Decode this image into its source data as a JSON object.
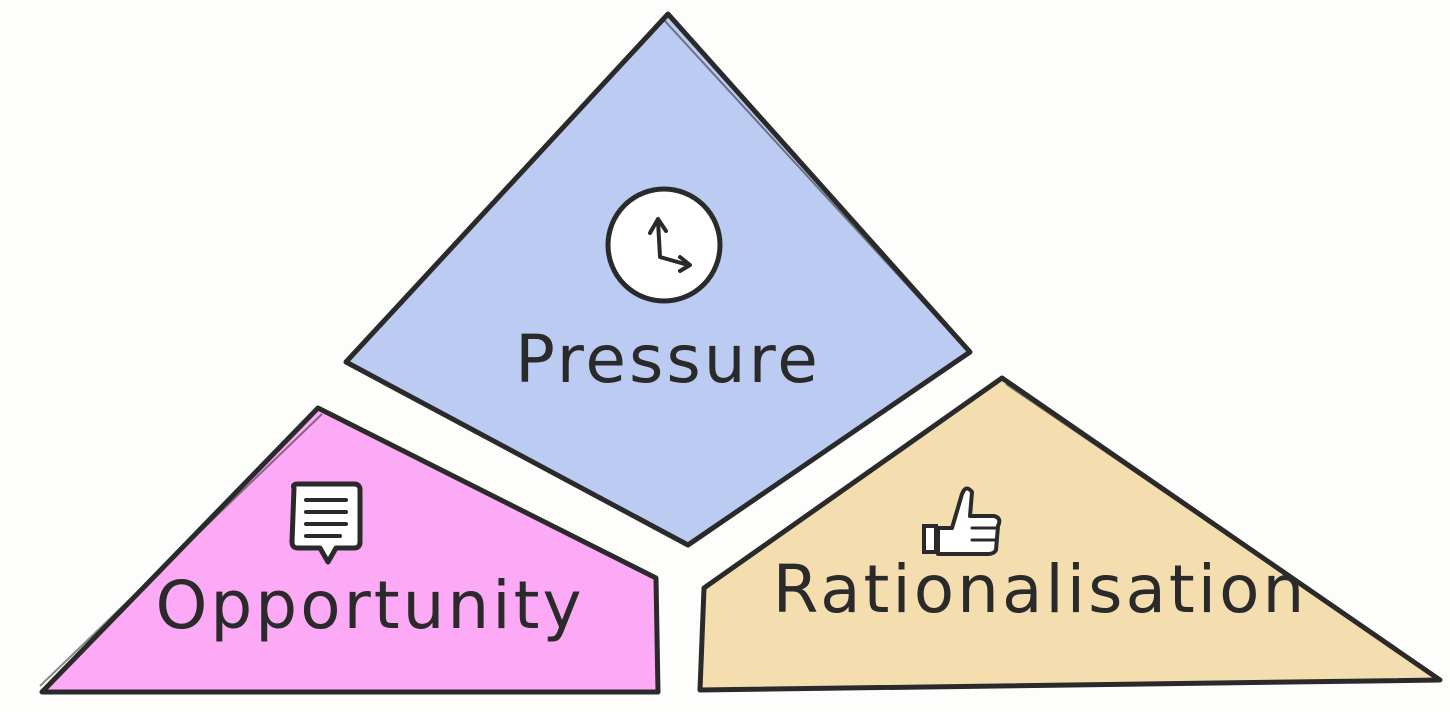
{
  "diagram": {
    "pressure": {
      "label": "Pressure",
      "icon": "clock-icon",
      "color": "#bccbf2"
    },
    "opportunity": {
      "label": "Opportunity",
      "icon": "speech-bubble-icon",
      "color": "#fcaaf5"
    },
    "rationalisation": {
      "label": "Rationalisation",
      "icon": "thumbs-up-icon",
      "color": "#f4deb0"
    },
    "outline_color": "#2a2a2a",
    "background_color": "#fdfdfb"
  }
}
